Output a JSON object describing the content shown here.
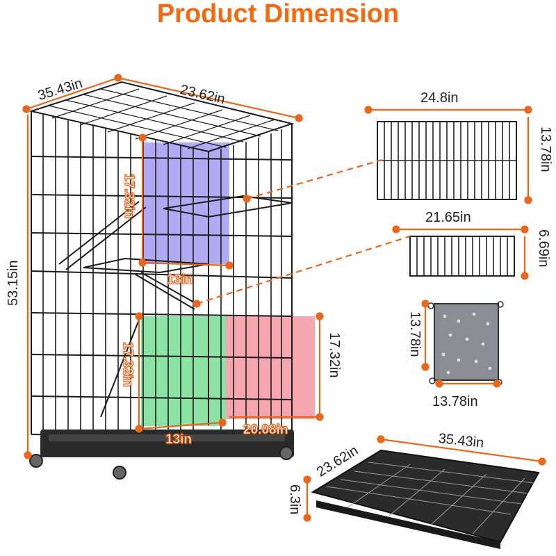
{
  "title": "Product Dimension",
  "colors": {
    "accent": "#f26b12",
    "wire": "#1b1b1b",
    "overlay_blue": "#6e64e6",
    "overlay_green": "#3fd06a",
    "overlay_red": "#f06a78"
  },
  "cage": {
    "depth": "35.43in",
    "width": "23.62in",
    "height": "53.15in",
    "top_door_height": "17.32in",
    "top_door_width": "13in",
    "front_door_height": "17.32in",
    "front_door_width": "13in",
    "side_door_height": "17.32in",
    "side_door_width": "20.08in"
  },
  "large_shelf": {
    "width": "24.8in",
    "height": "13.78in"
  },
  "small_shelf": {
    "width": "21.65in",
    "height": "6.69in"
  },
  "hammock": {
    "height": "13.78in",
    "width": "13.78in"
  },
  "tray": {
    "width": "23.62in",
    "length": "35.43in",
    "height": "6.3in"
  }
}
